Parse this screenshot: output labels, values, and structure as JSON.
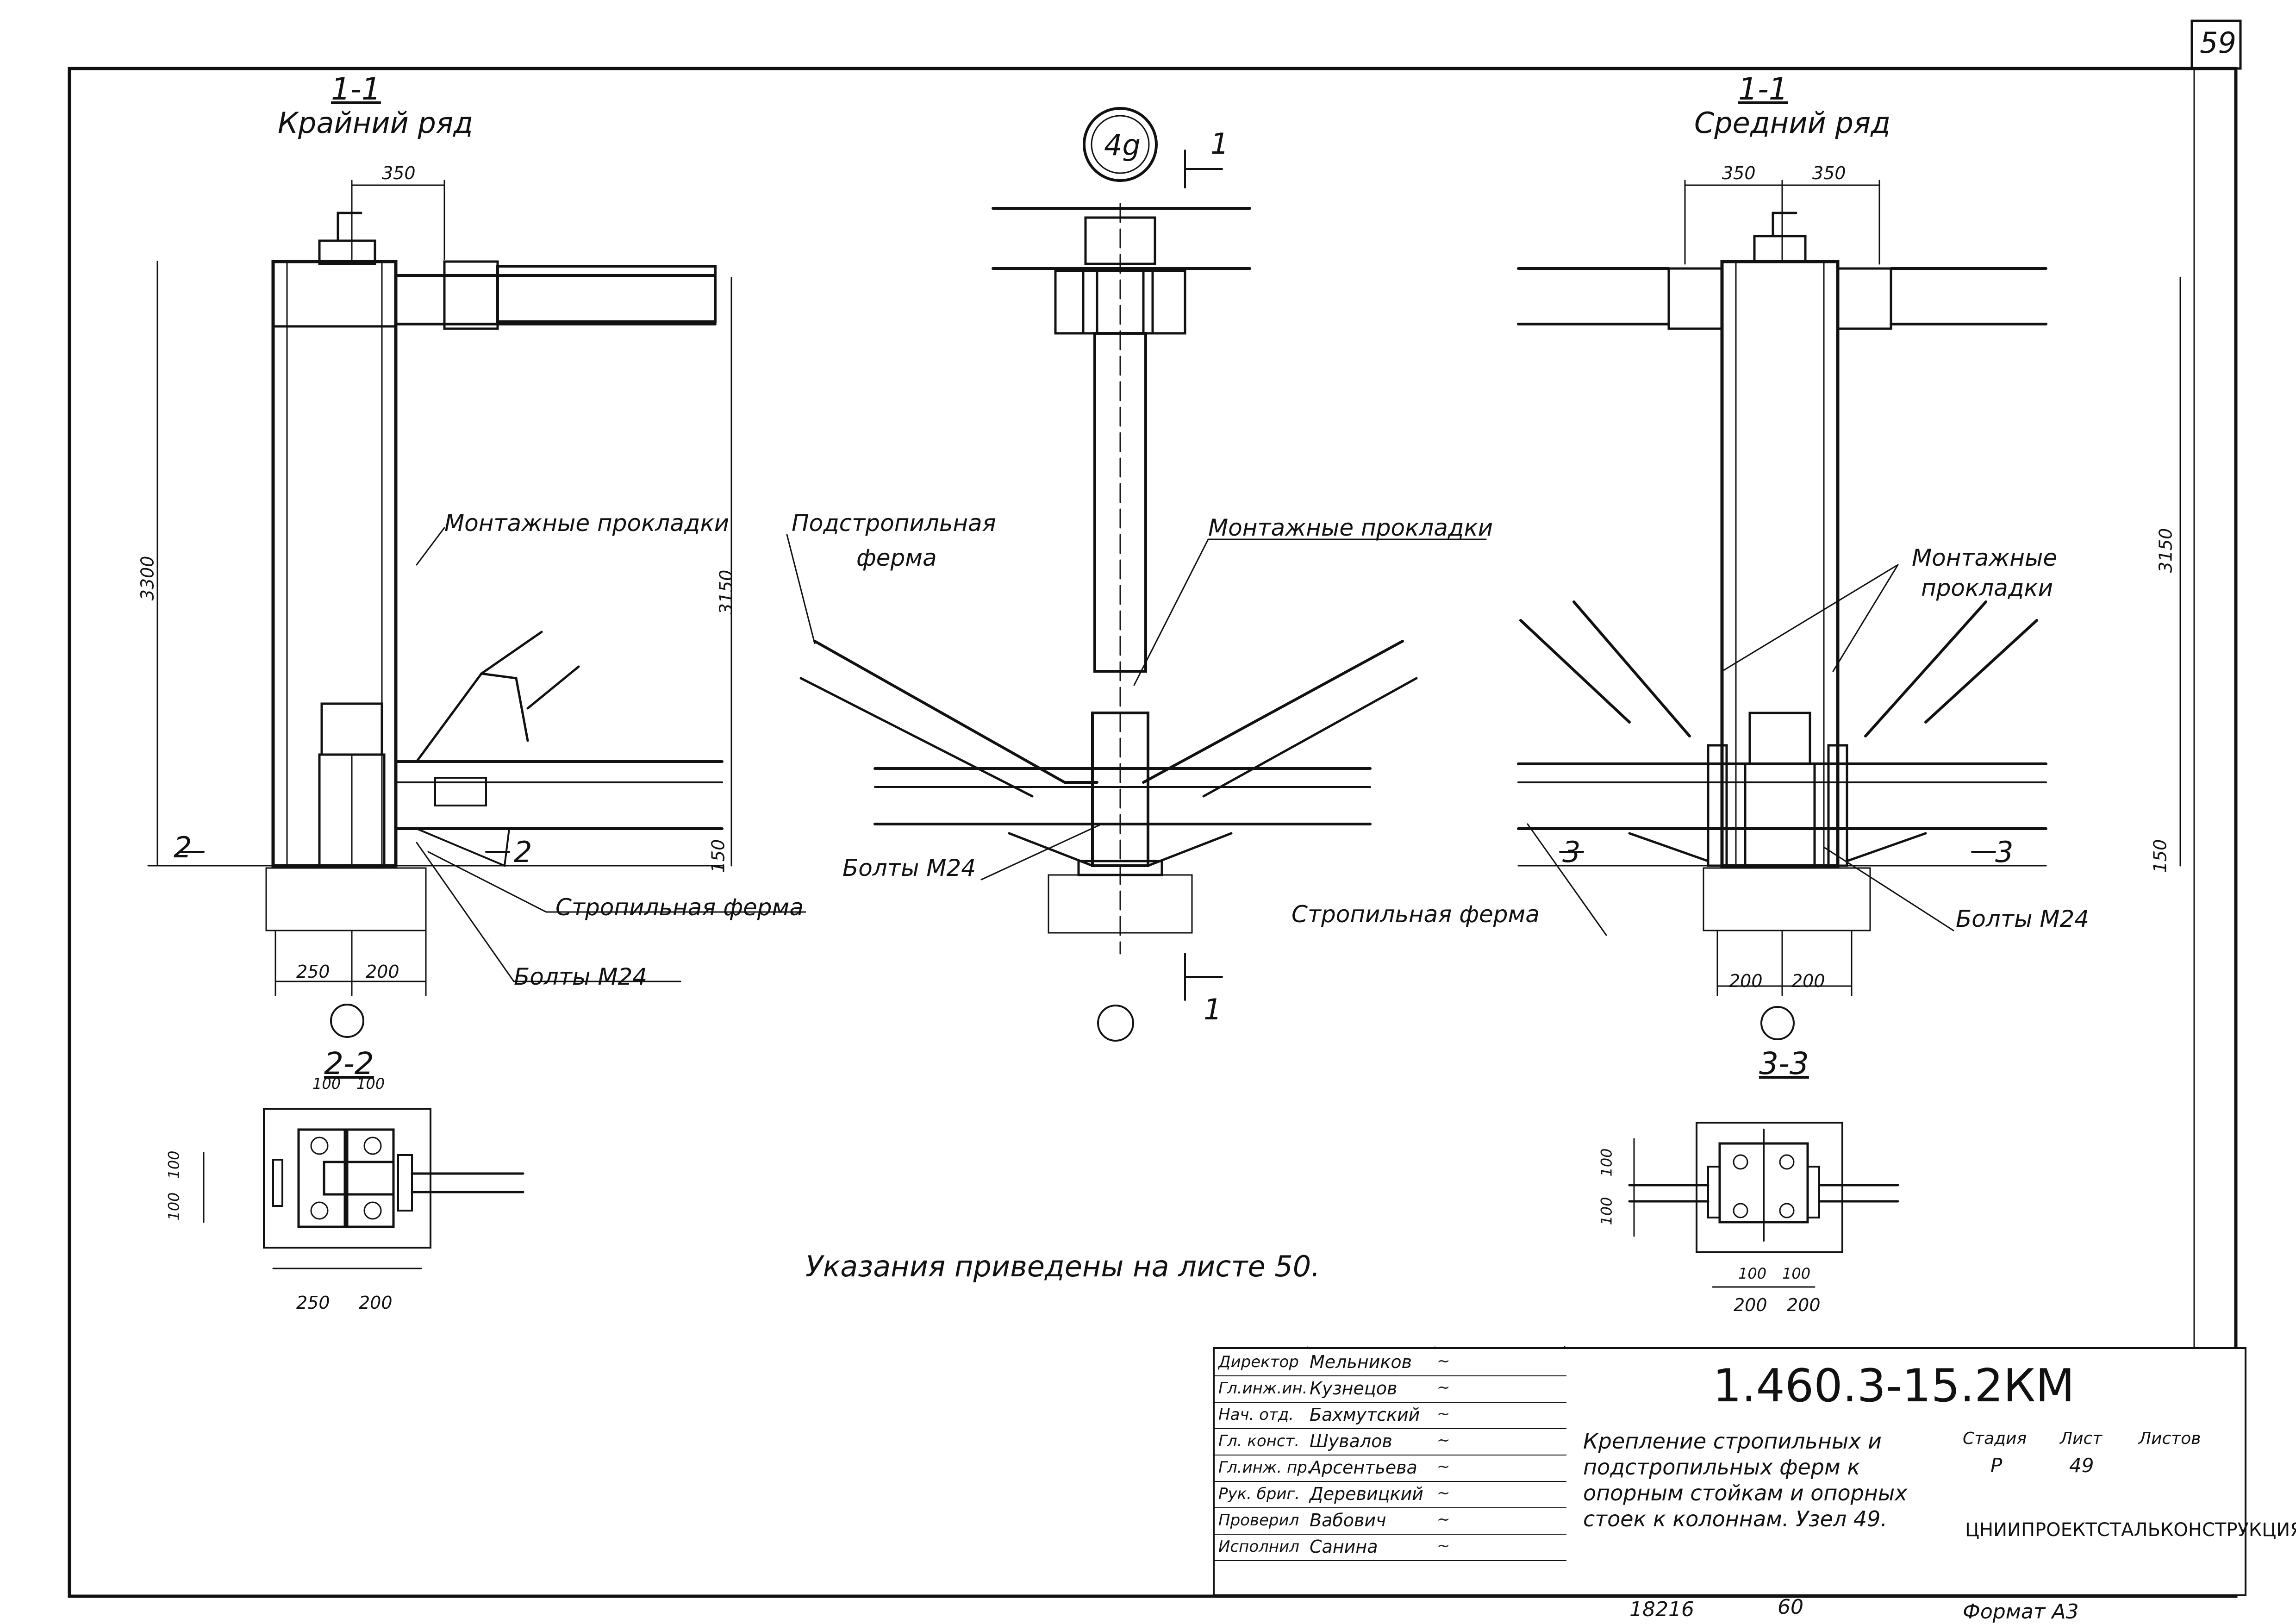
{
  "sheet_number": "59",
  "node_marker": "4g",
  "views": {
    "left": {
      "section": "1-1",
      "subtitle": "Крайний ряд"
    },
    "right": {
      "section": "1-1",
      "subtitle": "Средний ряд"
    },
    "section_2": "2-2",
    "section_3": "3-3"
  },
  "section_markers": {
    "cut_top": "1",
    "cut_bottom": "1",
    "left_2a": "2",
    "left_2b": "2",
    "right_3a": "3",
    "right_3b": "3"
  },
  "dimensions": {
    "left_top": "350",
    "left_height": "3300",
    "left_inner_height": "3150",
    "left_bottom_150": "150",
    "left_base_250": "250",
    "left_base_200": "200",
    "right_top_a": "350",
    "right_top_b": "350",
    "right_height": "3150",
    "right_bottom_150": "150",
    "right_base_a": "200",
    "right_base_b": "200",
    "s22_top_a": "100",
    "s22_top_b": "100",
    "s22_side_a": "100",
    "s22_side_b": "100",
    "s22_bottom_a": "250",
    "s22_bottom_b": "200",
    "s33_side_a": "100",
    "s33_side_b": "100",
    "s33_bottom_top_a": "100",
    "s33_bottom_top_b": "100",
    "s33_bottom_a": "200",
    "s33_bottom_b": "200"
  },
  "labels": {
    "left_shims": "Монтажные прокладки",
    "left_truss": "Стропильная ферма",
    "left_bolts": "Болты М24",
    "center_subtruss_1": "Подстропильная",
    "center_subtruss_2": "ферма",
    "center_shims": "Монтажные прокладки",
    "center_bolts": "Болты М24",
    "right_shims_1": "Монтажные",
    "right_shims_2": "прокладки",
    "right_truss": "Стропильная ферма",
    "right_bolts": "Болты М24",
    "note": "Указания приведены на листе 50."
  },
  "title_block": {
    "rows": [
      {
        "role": "Директор",
        "name": "Мельников",
        "sign": "~"
      },
      {
        "role": "Гл.инж.ин.",
        "name": "Кузнецов",
        "sign": "~"
      },
      {
        "role": "Нач. отд.",
        "name": "Бахмутский",
        "sign": "~"
      },
      {
        "role": "Гл. конст.",
        "name": "Шувалов",
        "sign": "~"
      },
      {
        "role": "Гл.инж. пр.",
        "name": "Арсентьева",
        "sign": "~"
      },
      {
        "role": "Рук. бриг.",
        "name": "Деревицкий",
        "sign": "~"
      },
      {
        "role": "Проверил",
        "name": "Вабович",
        "sign": "~"
      },
      {
        "role": "Исполнил",
        "name": "Санина",
        "sign": "~"
      }
    ],
    "code": "1.460.3-15.2КМ",
    "description": "Крепление стропильных и подстропильных ферм к опорным стойкам и опорных стоек к колоннам. Узел 49.",
    "stage_header": "Стадия",
    "sheet_header": "Лист",
    "sheets_header": "Листов",
    "stage_value": "Р",
    "sheet_value": "49",
    "organization": "ЦНИИПРОЕКТСТАЛЬКОНСТРУКЦИЯ",
    "inventory": "18216",
    "page": "60",
    "format": "Формат А3"
  }
}
